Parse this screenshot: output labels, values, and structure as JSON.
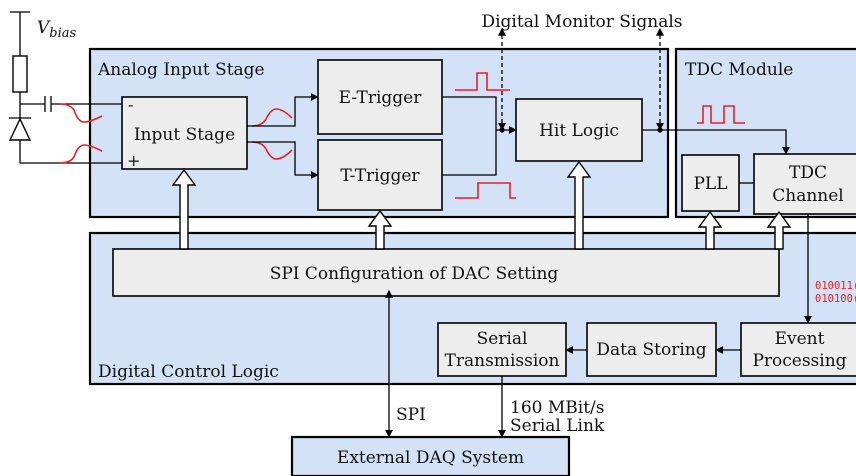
{
  "supply": {
    "label": "V",
    "subscript": "bias"
  },
  "monitor": {
    "label": "Digital Monitor Signals"
  },
  "analog_stage": {
    "title": "Analog Input Stage",
    "input_stage": "Input Stage",
    "minus_sign": "-",
    "plus_sign": "+",
    "e_trigger": "E-Trigger",
    "t_trigger": "T-Trigger",
    "hit_logic": "Hit Logic"
  },
  "tdc_module": {
    "title": "TDC Module",
    "pll": "PLL",
    "channel_line1": "TDC",
    "channel_line2": "Channel"
  },
  "digital_logic": {
    "title": "Digital Control Logic",
    "spi_config": "SPI Configuration of DAC Setting",
    "serial_line1": "Serial",
    "serial_line2": "Transmission",
    "data_storing": "Data Storing",
    "event_line1": "Event",
    "event_line2": "Processing",
    "bits_line1": "010011(",
    "bits_line2": "010100("
  },
  "links": {
    "spi": "SPI",
    "rate": "160 MBit/s",
    "serial_link": "Serial Link"
  },
  "daq": {
    "label": "External DAQ System"
  },
  "colors": {
    "block_fill": "#d3e2f6",
    "box_fill": "#ededed",
    "signal": "#e8202a"
  }
}
